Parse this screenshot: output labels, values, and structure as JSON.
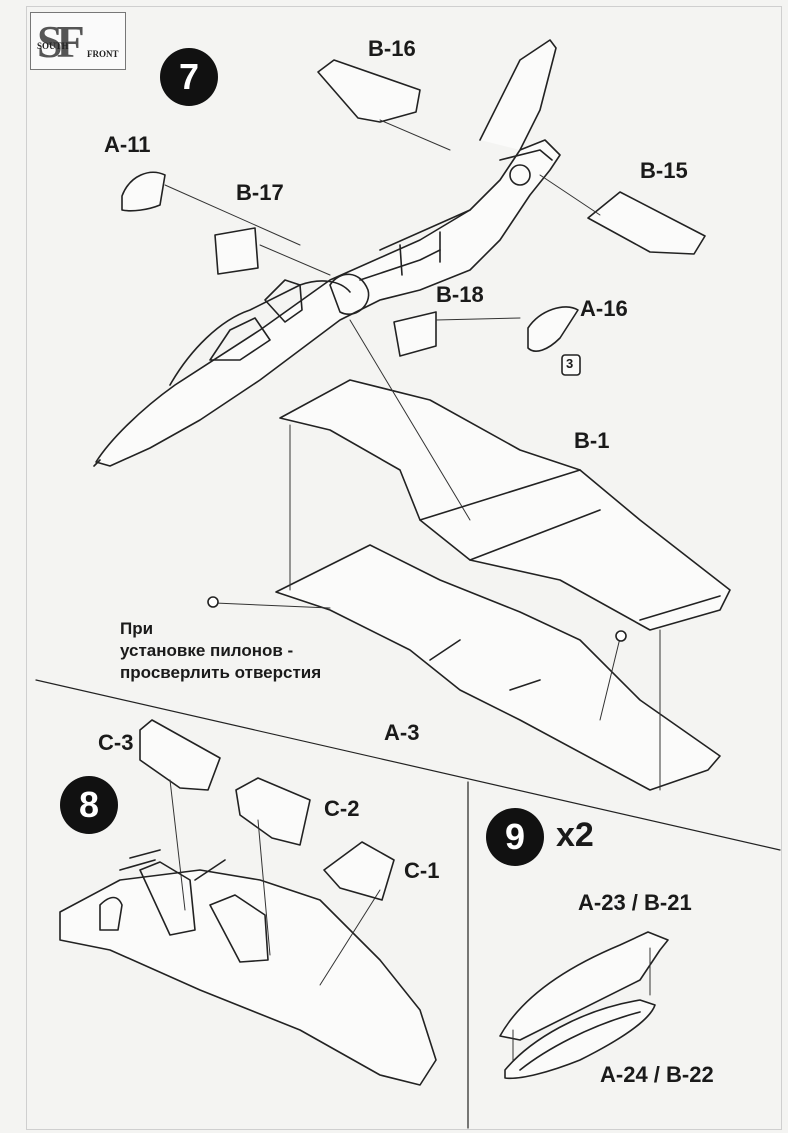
{
  "logo": {
    "mark": "SF",
    "word_top": "SOUTH",
    "word_bottom": "FRONT"
  },
  "steps": [
    {
      "number": "7"
    },
    {
      "number": "8"
    },
    {
      "number": "9",
      "multiplier": "x2"
    }
  ],
  "parts": {
    "b16": "B-16",
    "a11": "A-11",
    "b17": "B-17",
    "b15": "B-15",
    "b18": "B-18",
    "a16": "A-16",
    "decal": "3",
    "b1": "B-1",
    "a3": "A-3",
    "c3": "C-3",
    "c2": "C-2",
    "c1": "C-1",
    "a23b21": "A-23 / B-21",
    "a24b22": "A-24 / B-22"
  },
  "note": {
    "line1": "При",
    "line2": "установке пилонов -",
    "line3": "просверлить отверстия"
  }
}
